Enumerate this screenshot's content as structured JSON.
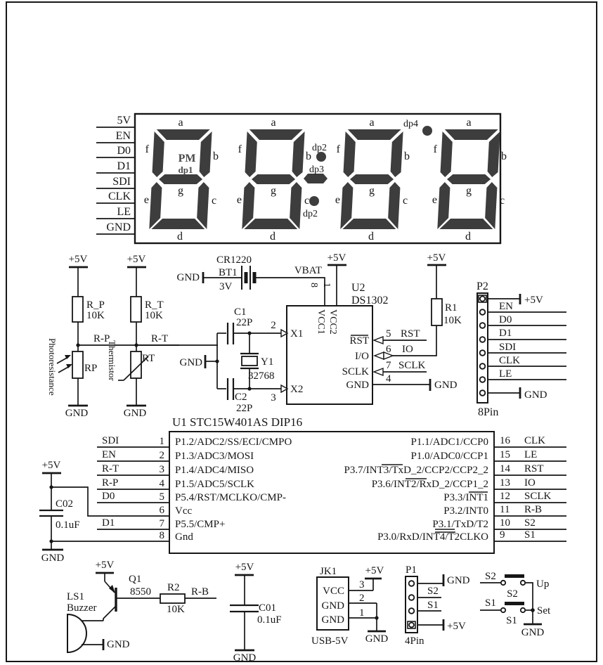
{
  "colors": {
    "segment_fill": "#3d3d3d",
    "wire": "#161616"
  },
  "display": {
    "bus": [
      "5V",
      "EN",
      "D0",
      "D1",
      "SDI",
      "CLK",
      "LE",
      "GND"
    ],
    "seg": {
      "a": "a",
      "b": "b",
      "c": "c",
      "d": "d",
      "e": "e",
      "f": "f",
      "g": "g"
    },
    "pm": "PM",
    "dp1": "dp1",
    "dp2a": "dp2",
    "dp3": "dp3",
    "dp2b": "dp2",
    "dp4": "dp4"
  },
  "sensors": {
    "photo": {
      "vcc": "+5V",
      "r_ref": "R_P",
      "r_val": "10K",
      "node": "R-P",
      "comp": "RP",
      "desc": "Photoresistance",
      "gnd": "GND"
    },
    "thermo": {
      "vcc": "+5V",
      "r_ref": "R_T",
      "r_val": "10K",
      "node": "R-T",
      "comp": "RT",
      "desc": "Thermistor",
      "gnd": "GND"
    }
  },
  "rtc": {
    "gnd1": "GND",
    "bat_model": "CR1220",
    "bat_ref": "BT1",
    "bat_v": "3V",
    "vbat": "VBAT",
    "vcc": "+5V",
    "pin8": "8",
    "pin1": "1",
    "u_ref": "U2",
    "u_part": "DS1302",
    "vcc1": "VCC1",
    "vcc2": "VCC2",
    "x1": "X1",
    "x2": "X2",
    "rst": "RST",
    "io": "I/O",
    "sclk": "SCLK",
    "gnd": "GND",
    "n5": "5",
    "n6": "6",
    "n7": "7",
    "n4": "4",
    "net_rst": "RST",
    "net_io": "IO",
    "net_sclk": "SCLK",
    "gnd2": "GND",
    "xtal": {
      "gnd": "GND",
      "c1": "C1",
      "c1v": "22P",
      "n2": "2",
      "y1": "Y1",
      "freq": "32768",
      "c2": "C2",
      "c2v": "22P",
      "n3": "3"
    },
    "r1": {
      "vcc": "+5V",
      "ref": "R1",
      "val": "10K"
    }
  },
  "p2": {
    "title": "P2",
    "vcc": "+5V",
    "nets": [
      "EN",
      "D0",
      "D1",
      "SDI",
      "CLK",
      "LE"
    ],
    "gnd": "GND",
    "footer": "8Pin"
  },
  "u1": {
    "title": "U1  STC15W401AS  DIP16",
    "left_nets": [
      "SDI",
      "EN",
      "R-T",
      "R-P",
      "D0",
      "D1"
    ],
    "left_nums": [
      "1",
      "2",
      "3",
      "4",
      "5",
      "6",
      "7",
      "8"
    ],
    "left_names": [
      "P1.2/ADC2/SS/ECI/CMPO",
      "P1.3/ADC3/MOSI",
      "P1.4/ADC4/MISO",
      "P1.5/ADC5/SCLK",
      "P5.4/RST/MCLKO/CMP-",
      "Vcc",
      "P5.5/CMP+",
      "Gnd"
    ],
    "right_nums": [
      "16",
      "15",
      "14",
      "13",
      "12",
      "11",
      "10",
      "9"
    ],
    "right_nets": [
      "CLK",
      "LE",
      "RST",
      "IO",
      "SCLK",
      "R-B",
      "S2",
      "S1"
    ],
    "right_names": [
      "P1.1/ADC1/CCP0",
      "P1.0/ADC0/CCP1",
      "P3.7/INT3/TxD_2/CCP2/CCP2_2",
      "P3.6/INT2/RxD_2/CCP1_2",
      "P3.3/INT1",
      "P3.2/INT0",
      "P3.1/TxD/T2",
      "P3.0/RxD/INT4/T2CLKO"
    ]
  },
  "c02": {
    "vcc": "+5V",
    "ref": "C02",
    "val": "0.1uF",
    "gnd": "GND"
  },
  "buzzer": {
    "vcc": "+5V",
    "ls": "LS1",
    "name": "Buzzer",
    "q": "Q1",
    "qp": "8550",
    "r": "R2",
    "rv": "10K",
    "net": "R-B",
    "gnd": "GND"
  },
  "c01": {
    "vcc": "+5V",
    "ref": "C01",
    "val": "0.1uF",
    "gnd": "GND"
  },
  "jk1": {
    "title": "JK1",
    "pins": [
      "VCC",
      "GND",
      "GND"
    ],
    "nums": [
      "3",
      "2",
      "1"
    ],
    "vcc": "+5V",
    "gnd": "GND",
    "footer": "USB-5V"
  },
  "p1": {
    "title": "P1",
    "nets": [
      "GND",
      "S2",
      "S1",
      "+5V"
    ],
    "footer": "4Pin"
  },
  "keys": {
    "s2": {
      "net": "S2",
      "ref": "S2",
      "fn": "Up"
    },
    "s1": {
      "net": "S1",
      "ref": "S1",
      "fn": "Set"
    },
    "gnd": "GND"
  }
}
